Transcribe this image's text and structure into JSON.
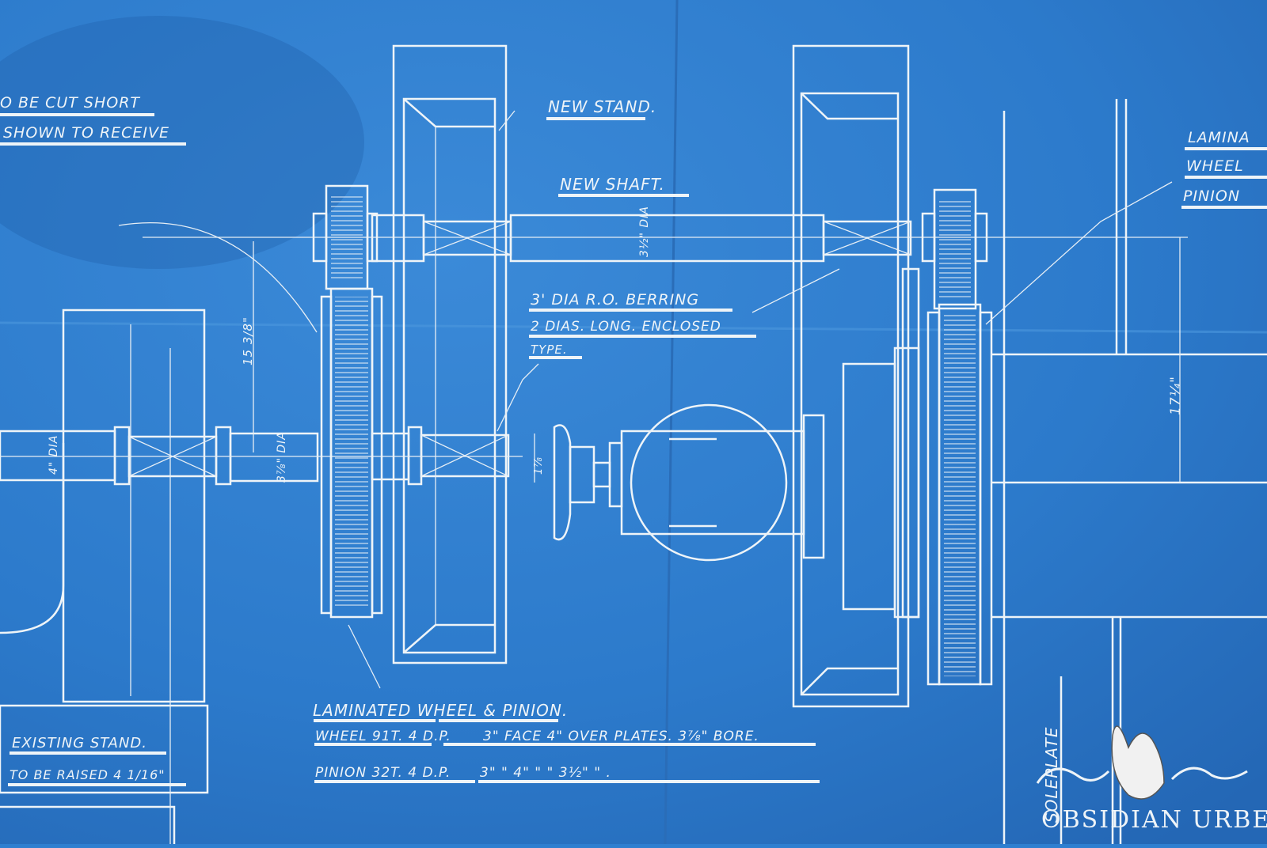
{
  "notes_top_left": [
    "O BE CUT SHORT",
    "SHOWN TO RECEIVE"
  ],
  "labels": {
    "new_stand": "NEW STAND.",
    "new_shaft": "NEW SHAFT.",
    "bearing_line1": "3' DIA R.O. BERRING",
    "bearing_line2": "2 DIAS. LONG. ENCLOSED",
    "bearing_line3": "TYPE.",
    "right_note": [
      "LAMINA",
      "WHEEL",
      "PINION"
    ],
    "soleplate": "SOLEPLATE"
  },
  "dimensions": {
    "shaft_top_dia": "3½\" DIA",
    "height_left": "15 3/8\"",
    "left_shaft_dia": "4\" DIA",
    "mid_shaft_dia": "3⅞\" DIA",
    "small_dim": "1⅞",
    "height_right": "17¼\""
  },
  "spec": {
    "title": "LAMINATED WHEEL & PINION.",
    "wheel_label": "WHEEL 91T. 4 D.P.",
    "wheel_spec": "3\" FACE 4\" OVER PLATES. 3⅞\" BORE.",
    "pinion_label": "PINION 32T. 4 D.P.",
    "pinion_spec": "3\"   \"     4\"    \"     \"        3½\"    \"  ."
  },
  "existing_stand": [
    "EXISTING STAND.",
    "TO BE RAISED 4 1/16\""
  ],
  "watermark": "OBSIDIAN URBEX",
  "colors": {
    "paper": "#2f7fd0",
    "ink": "#eef4f8"
  }
}
